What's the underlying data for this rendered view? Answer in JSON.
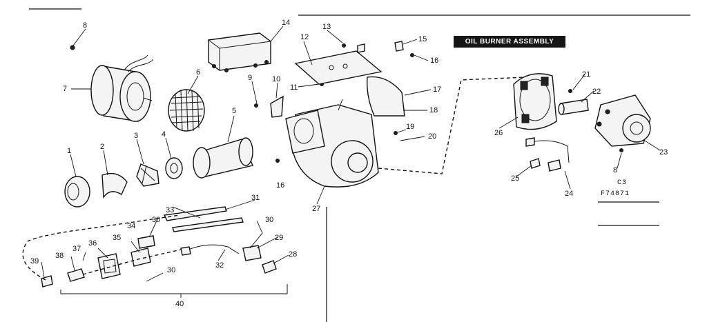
{
  "title": "OIL BURNER ASSEMBLY",
  "model_codes": [
    "C3",
    "F74871"
  ],
  "callouts": [
    "1",
    "2",
    "3",
    "4",
    "5",
    "6",
    "7",
    "8",
    "9",
    "10",
    "11",
    "12",
    "13",
    "14",
    "15",
    "16",
    "17",
    "18",
    "19",
    "20",
    "21",
    "22",
    "23",
    "24",
    "25",
    "26",
    "27",
    "28",
    "29",
    "30",
    "31",
    "32",
    "33",
    "34",
    "35",
    "36",
    "37",
    "38",
    "39",
    "40"
  ]
}
